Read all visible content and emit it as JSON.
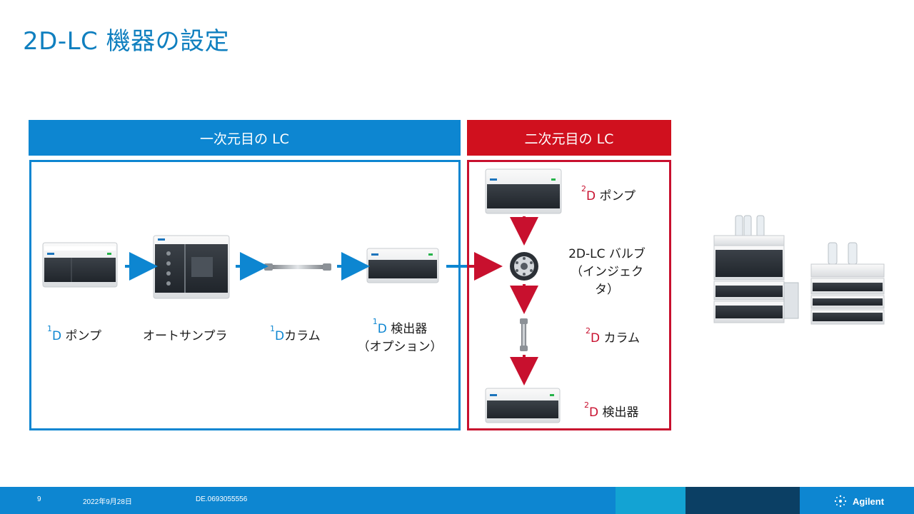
{
  "slide": {
    "title": "2D-LC 機器の設定"
  },
  "sections": {
    "first": {
      "header": "一次元目の LC"
    },
    "second": {
      "header": "二次元目の LC"
    }
  },
  "first_dim": {
    "pump": {
      "sup": "1",
      "d": "D",
      "label": " ポンプ"
    },
    "autosampler": {
      "label": "オートサンプラ"
    },
    "column": {
      "sup": "1",
      "d": "D",
      "label": "カラム"
    },
    "detector": {
      "sup": "1",
      "d": "D",
      "label": " 検出器",
      "line2": "（オプション）"
    }
  },
  "second_dim": {
    "pump": {
      "sup": "2",
      "d": "D",
      "label": " ポンプ"
    },
    "valve": {
      "line1": "2D-LC バルブ",
      "line2": "（インジェク",
      "line3": "タ）"
    },
    "column": {
      "sup": "2",
      "d": "D",
      "label": " カラム"
    },
    "detector": {
      "sup": "2",
      "d": "D",
      "label": " 検出器"
    }
  },
  "footer": {
    "page": "9",
    "date": "2022年9月28日",
    "doc_id": "DE.0693055556",
    "brand": "Agilent"
  },
  "colors": {
    "blue": "#0d86d1",
    "red": "#c8102e",
    "title": "#0f7fbf",
    "footer_teal": "#13a3d3",
    "footer_navy": "#0b3f64"
  }
}
